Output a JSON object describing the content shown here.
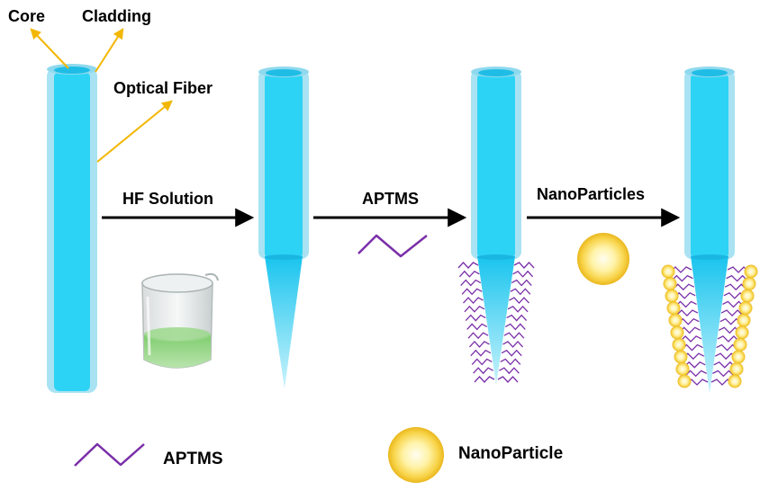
{
  "labels": {
    "core": "Core",
    "cladding": "Cladding",
    "optical_fiber": "Optical Fiber",
    "step1": "HF Solution",
    "step2": "APTMS",
    "step3": "NanoParticles"
  },
  "legend": {
    "aptms": "APTMS",
    "nanoparticle": "NanoParticle"
  },
  "colors": {
    "core": "#29d3f3",
    "cladding": "#a9e3f3",
    "pointer_arrow": "#f2b705",
    "aptms_chain": "#7a2fa8",
    "nanoparticle_center": "#fffbe6",
    "nanoparticle_edge": "#f3c425",
    "beaker_liquid": "#8fd37f"
  }
}
